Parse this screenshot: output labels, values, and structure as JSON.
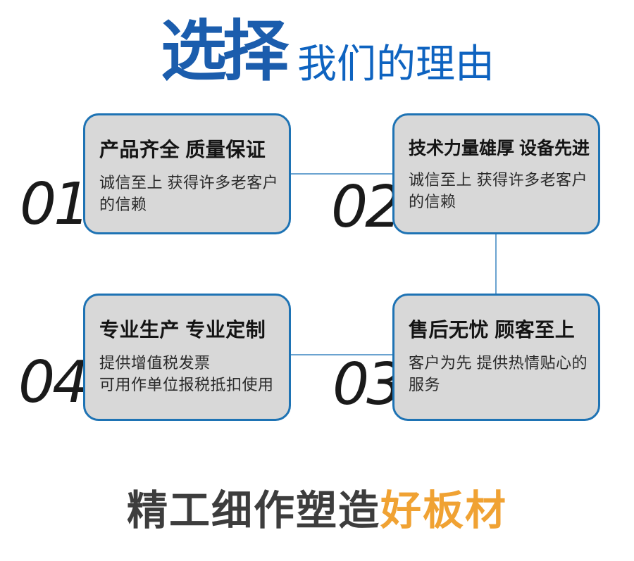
{
  "header": {
    "title_main": "选择",
    "title_sub": "我们的理由"
  },
  "cards": [
    {
      "number": "01",
      "title": "产品齐全 质量保证",
      "body_line1": "诚信至上 获得许多老客户",
      "body_line2": "的信赖"
    },
    {
      "number": "02",
      "title": "技术力量雄厚 设备先进",
      "body_line1": "诚信至上 获得许多老客户",
      "body_line2": "的信赖"
    },
    {
      "number": "03",
      "title": "售后无忧 顾客至上",
      "body_line1": "客户为先 提供热情贴心的",
      "body_line2": "服务"
    },
    {
      "number": "04",
      "title": "专业生产 专业定制",
      "body_line1": "提供增值税发票",
      "body_line2": "可用作单位报税抵扣使用"
    }
  ],
  "slogan": {
    "dark": "精工细作塑造",
    "accent": "好板材"
  },
  "colors": {
    "title_blue": "#1b5dad",
    "subtitle_blue": "#0e63c0",
    "card_fill": "#d8d8d8",
    "card_border": "#1e73b4",
    "connector_blue": "#6ba3d0",
    "slogan_accent_orange": "#f0a233"
  }
}
